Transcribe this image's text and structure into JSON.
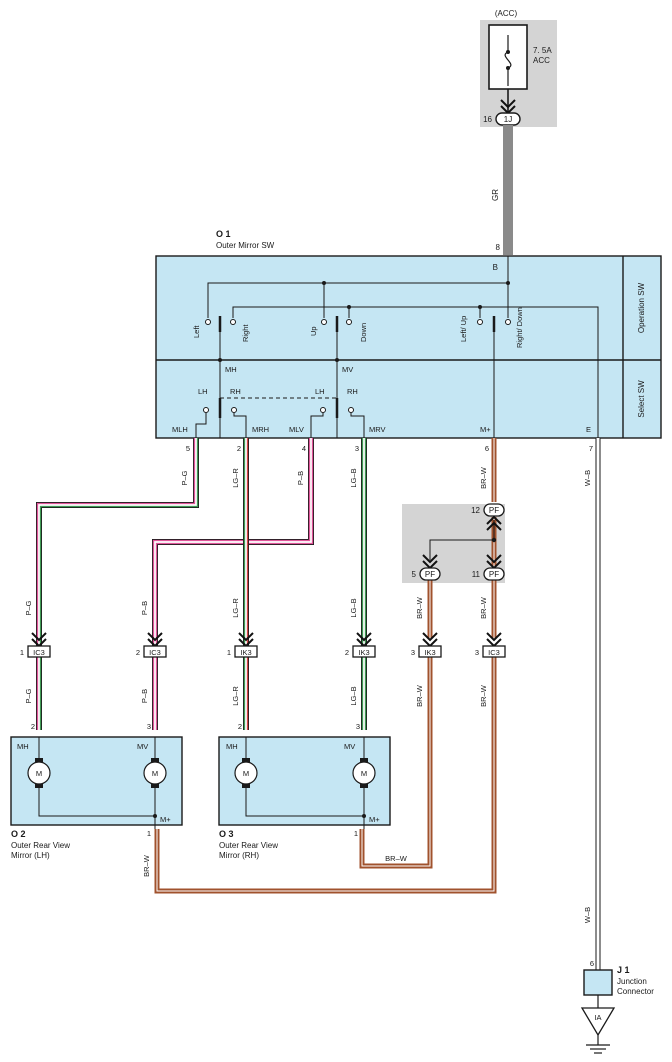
{
  "acc": {
    "power_source": "(ACC)",
    "fuse_rating": "7. 5A",
    "fuse_name": "ACC",
    "connector": "1J",
    "pin": "16"
  },
  "mirror_switch": {
    "code": "O 1",
    "name": "Outer Mirror SW",
    "pin_b": "8",
    "terminal_b": "B",
    "operation_label": "Operation SW",
    "select_label": "Select SW",
    "switch_labels": {
      "left": "Left",
      "right": "Right",
      "up": "Up",
      "down": "Down",
      "left_up": "Left/ Up",
      "right_down": "Right/ Down"
    },
    "internal": {
      "mh": "MH",
      "mv": "MV",
      "lh": "LH",
      "rh": "RH"
    },
    "terminals": [
      {
        "name": "MLH",
        "pin": "5"
      },
      {
        "name": "MRH",
        "pin": "2"
      },
      {
        "name": "MLV",
        "pin": "4"
      },
      {
        "name": "MRV",
        "pin": "3"
      },
      {
        "name": "M+",
        "pin": "6"
      },
      {
        "name": "E",
        "pin": "7"
      }
    ]
  },
  "wires": {
    "gr": "GR",
    "pg": "P–G",
    "lgr": "LG–R",
    "pb": "P–B",
    "lgb": "LG–B",
    "brw": "BR–W",
    "wb": "W–B"
  },
  "junction_pf": {
    "name": "PF",
    "pin_in": "12",
    "pin_a": "5",
    "pin_b": "11"
  },
  "connectors": [
    {
      "pin": "1",
      "name": "IC3"
    },
    {
      "pin": "2",
      "name": "IC3"
    },
    {
      "pin": "1",
      "name": "IK3"
    },
    {
      "pin": "2",
      "name": "IK3"
    },
    {
      "pin": "3",
      "name": "IK3"
    },
    {
      "pin": "3",
      "name": "IC3"
    }
  ],
  "mirror_lh": {
    "code": "O 2",
    "name_line1": "Outer Rear View",
    "name_line2": "Mirror (LH)",
    "mh": "MH",
    "mv": "MV",
    "motor": "M",
    "mplus": "M+",
    "pin_mh": "2",
    "pin_mv": "3",
    "pin_mplus": "1"
  },
  "mirror_rh": {
    "code": "O 3",
    "name_line1": "Outer Rear View",
    "name_line2": "Mirror (RH)",
    "mh": "MH",
    "mv": "MV",
    "motor": "M",
    "mplus": "M+",
    "pin_mh": "2",
    "pin_mv": "3",
    "pin_mplus": "1"
  },
  "junction_connector": {
    "code": "J 1",
    "name_line1": "Junction",
    "name_line2": "Connector",
    "pin": "6",
    "ground": "IA"
  },
  "colors": {
    "switch_fill": "#c5e6f3",
    "shade": "#d4d4d4",
    "gray_wire": "#8a8a8a",
    "brown": "#a0522d",
    "pink": "#e0559a",
    "green": "#3f9a54"
  }
}
